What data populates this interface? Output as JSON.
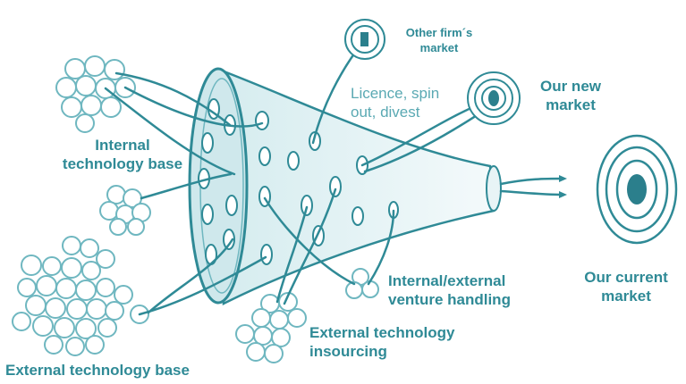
{
  "labels": {
    "internal_base": "Internal\ntechnology base",
    "external_base": "External technology base",
    "other_market": "Other firm´s\nmarket",
    "licence": "Licence, spin\nout, divest",
    "new_market": "Our new\nmarket",
    "current_market": "Our current\nmarket",
    "venture": "Internal/external\nventure handling",
    "insourcing": "External technology\ninsourcing"
  },
  "colors": {
    "ink": "#2f8a96",
    "ink_light": "#7fc0c8",
    "funnel_fill": "#e6f3f5",
    "target_core": "#2b7f8c"
  }
}
